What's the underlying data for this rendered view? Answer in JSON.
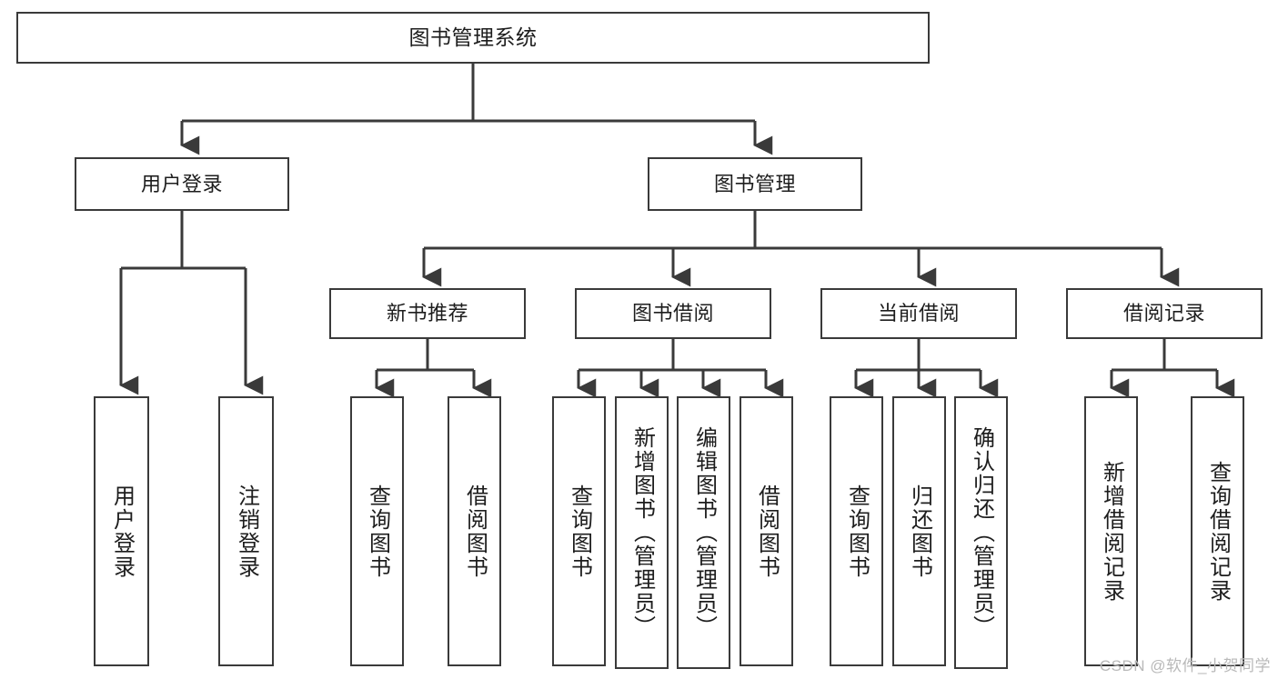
{
  "diagram": {
    "title": "图书管理系统",
    "type": "hierarchy-tree",
    "watermark": "CSDN @软件_小贺同学",
    "colors": {
      "stroke": "#3a3a3a",
      "fill": "#ffffff",
      "text": "#1d1d1d",
      "watermark": "#b9b9b9"
    },
    "nodes": {
      "root": {
        "label": "图书管理系统"
      },
      "level2": [
        {
          "id": "user-login",
          "label": "用户登录"
        },
        {
          "id": "book-manage",
          "label": "图书管理"
        }
      ],
      "level3": [
        {
          "id": "new-book-rec",
          "label": "新书推荐"
        },
        {
          "id": "book-borrow",
          "label": "图书借阅"
        },
        {
          "id": "current-borrow",
          "label": "当前借阅"
        },
        {
          "id": "borrow-record",
          "label": "借阅记录"
        }
      ],
      "leaves": [
        {
          "id": "leaf-user-login",
          "label": "用户登录",
          "parent": "user-login"
        },
        {
          "id": "leaf-logout",
          "label": "注销登录",
          "parent": "user-login"
        },
        {
          "id": "leaf-query-book-1",
          "label": "查询图书",
          "parent": "new-book-rec"
        },
        {
          "id": "leaf-borrow-book-1",
          "label": "借阅图书",
          "parent": "new-book-rec"
        },
        {
          "id": "leaf-query-book-2",
          "label": "查询图书",
          "parent": "book-borrow"
        },
        {
          "id": "leaf-add-book",
          "label": "新增图书（管理员）",
          "parent": "book-borrow"
        },
        {
          "id": "leaf-edit-book",
          "label": "编辑图书（管理员）",
          "parent": "book-borrow"
        },
        {
          "id": "leaf-borrow-book-2",
          "label": "借阅图书",
          "parent": "book-borrow"
        },
        {
          "id": "leaf-query-book-3",
          "label": "查询图书",
          "parent": "current-borrow"
        },
        {
          "id": "leaf-return-book",
          "label": "归还图书",
          "parent": "current-borrow"
        },
        {
          "id": "leaf-confirm-return",
          "label": "确认归还（管理员）",
          "parent": "current-borrow"
        },
        {
          "id": "leaf-add-record",
          "label": "新增借阅记录",
          "parent": "borrow-record"
        },
        {
          "id": "leaf-query-record",
          "label": "查询借阅记录",
          "parent": "borrow-record"
        }
      ]
    }
  }
}
